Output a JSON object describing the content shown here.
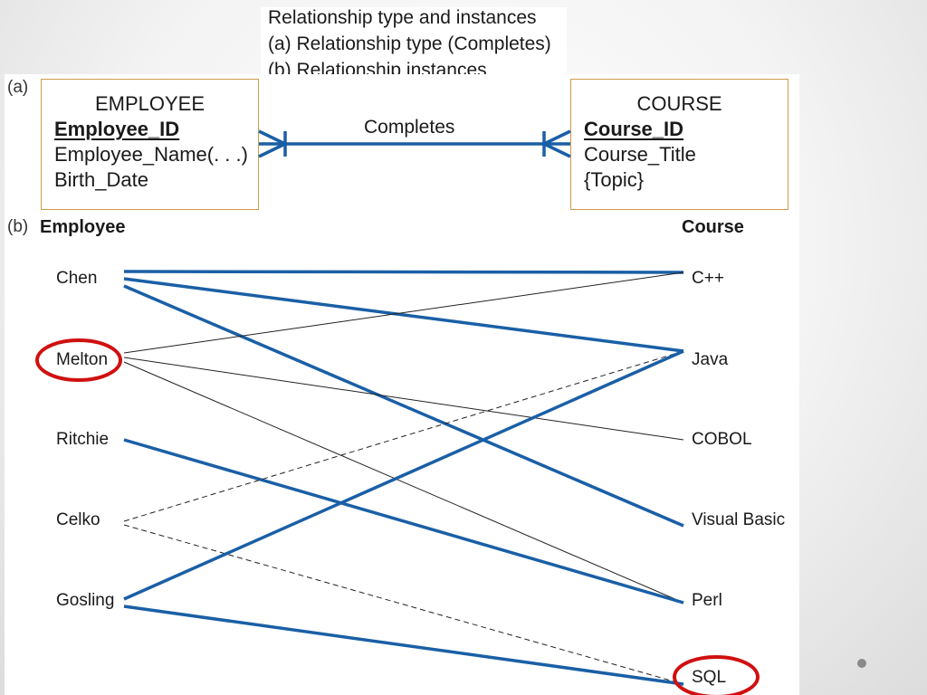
{
  "title": {
    "lines": [
      "Relationship type and instances",
      "(a) Relationship type (Completes)",
      "(b) Relationship instances"
    ]
  },
  "panel_a": {
    "tag": "(a)",
    "relationship_label": "Completes",
    "employee_entity": {
      "name": "EMPLOYEE",
      "key_attribute": "Employee_ID",
      "attributes": [
        "Employee_Name(. . .)",
        "Birth_Date"
      ]
    },
    "course_entity": {
      "name": "COURSE",
      "key_attribute": "Course_ID",
      "attributes": [
        "Course_Title",
        "{Topic}"
      ]
    }
  },
  "panel_b": {
    "tag": "(b)",
    "employee_heading": "Employee",
    "course_heading": "Course",
    "employees": [
      "Chen",
      "Melton",
      "Ritchie",
      "Celko",
      "Gosling"
    ],
    "courses": [
      "C++",
      "Java",
      "COBOL",
      "Visual Basic",
      "Perl",
      "SQL"
    ],
    "highlighted": [
      "Melton",
      "SQL"
    ],
    "highlight_color": "#d01010",
    "links": [
      {
        "employee": "Chen",
        "course": "C++",
        "style": "thick"
      },
      {
        "employee": "Chen",
        "course": "Java",
        "style": "thick"
      },
      {
        "employee": "Chen",
        "course": "Visual Basic",
        "style": "thick"
      },
      {
        "employee": "Melton",
        "course": "C++",
        "style": "thin"
      },
      {
        "employee": "Melton",
        "course": "COBOL",
        "style": "thin"
      },
      {
        "employee": "Melton",
        "course": "Perl",
        "style": "thin"
      },
      {
        "employee": "Ritchie",
        "course": "Perl",
        "style": "thick"
      },
      {
        "employee": "Celko",
        "course": "Java",
        "style": "dashed"
      },
      {
        "employee": "Celko",
        "course": "SQL",
        "style": "dashed"
      },
      {
        "employee": "Gosling",
        "course": "Java",
        "style": "thick"
      },
      {
        "employee": "Gosling",
        "course": "SQL",
        "style": "thick"
      }
    ]
  },
  "colors": {
    "link_blue": "#1a5fa6",
    "thin_line": "#222222",
    "entity_border": "#d09a4a"
  }
}
